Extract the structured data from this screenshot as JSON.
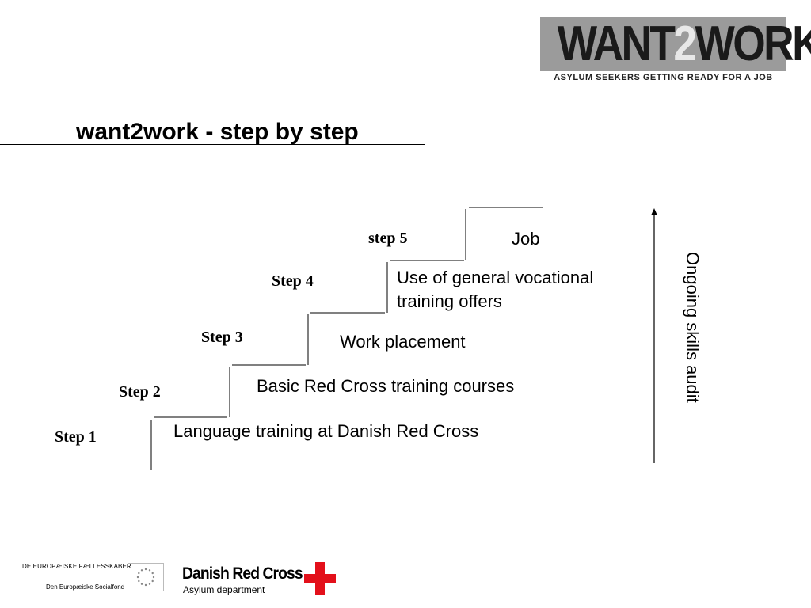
{
  "logo": {
    "word_a": "WANT",
    "word_b": "2",
    "word_c": "WORK",
    "tagline": "ASYLUM SEEKERS GETTING READY FOR A JOB"
  },
  "title": "want2work - step by step",
  "steps": [
    {
      "label": "Step 1",
      "description": "Language training at Danish Red Cross"
    },
    {
      "label": "Step 2",
      "description": "Basic Red Cross training courses"
    },
    {
      "label": "Step 3",
      "description": "Work placement"
    },
    {
      "label": "Step 4",
      "description_line1": "Use of general vocational",
      "description_line2": "training offers"
    },
    {
      "label": "step 5",
      "description": "Job"
    }
  ],
  "side_label": "Ongoing skills audit",
  "footer": {
    "eu_line1": "DE EUROPÆISKE FÆLLESSKABER",
    "eu_line2": "Den Europæiske Socialfond",
    "drc_name": "Danish Red Cross",
    "drc_sub": "Asylum department",
    "cross_color": "#e3101a"
  }
}
